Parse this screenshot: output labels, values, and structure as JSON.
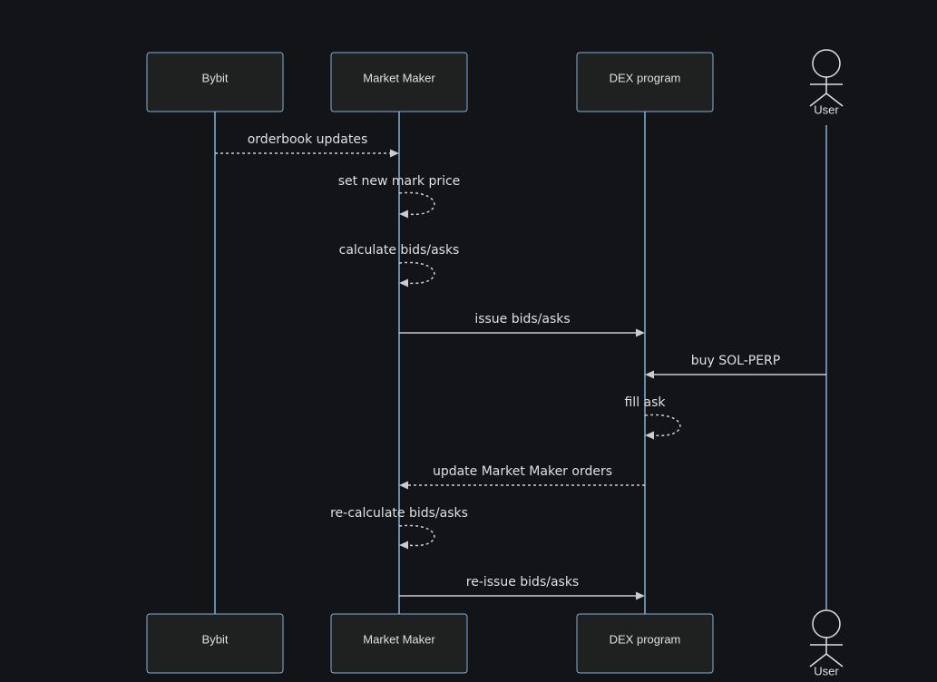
{
  "diagram": {
    "actors": {
      "bybit": "Bybit",
      "market_maker": "Market Maker",
      "dex": "DEX program",
      "user": "User"
    },
    "messages": [
      {
        "label": "orderbook updates",
        "from": "Bybit",
        "to": "Market Maker",
        "style": "dashed"
      },
      {
        "label": "set new mark price",
        "from": "Market Maker",
        "to": "Market Maker",
        "style": "dashed"
      },
      {
        "label": "calculate bids/asks",
        "from": "Market Maker",
        "to": "Market Maker",
        "style": "dashed"
      },
      {
        "label": "issue bids/asks",
        "from": "Market Maker",
        "to": "DEX program",
        "style": "solid"
      },
      {
        "label": "buy SOL-PERP",
        "from": "User",
        "to": "DEX program",
        "style": "solid"
      },
      {
        "label": "fill ask",
        "from": "DEX program",
        "to": "DEX program",
        "style": "dashed"
      },
      {
        "label": "update Market Maker orders",
        "from": "DEX program",
        "to": "Market Maker",
        "style": "dashed"
      },
      {
        "label": "re-calculate bids/asks",
        "from": "Market Maker",
        "to": "Market Maker",
        "style": "dashed"
      },
      {
        "label": "re-issue bids/asks",
        "from": "Market Maker",
        "to": "DEX program",
        "style": "solid"
      }
    ],
    "colors": {
      "background": "#131417",
      "actor_fill": "#1f2020",
      "lifeline": "#81b1db",
      "text": "#e0dfdf",
      "arrow": "#cccccc"
    }
  }
}
